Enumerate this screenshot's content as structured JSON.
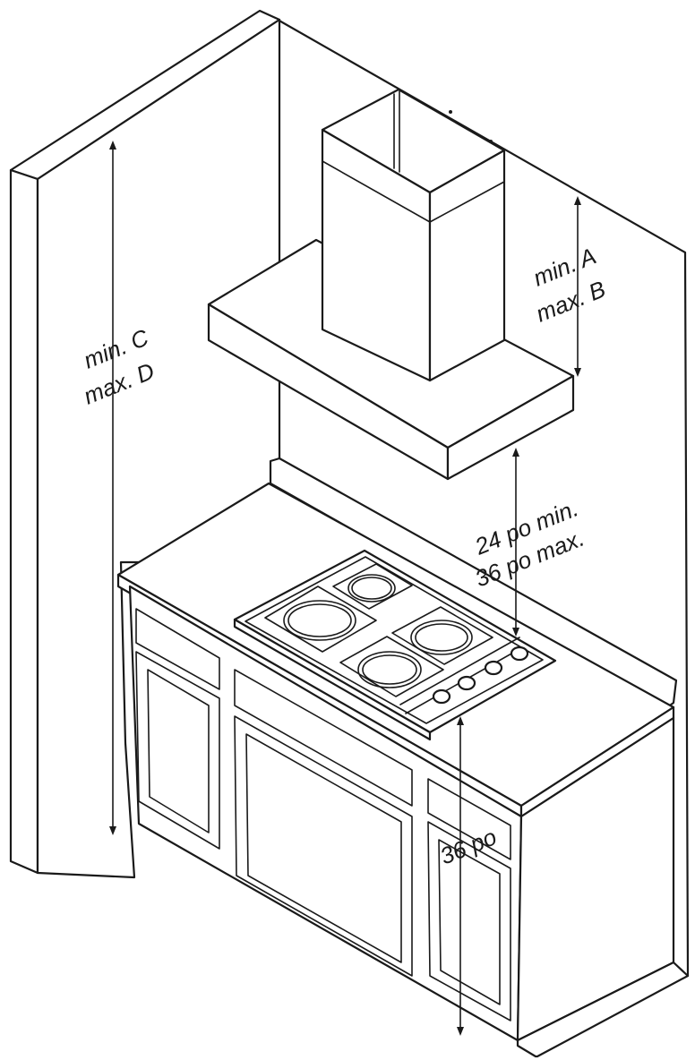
{
  "labels": {
    "hood_height_min": "min.  A",
    "hood_height_max": "max. B",
    "ceiling_min": "min.  C",
    "ceiling_max": "max. D",
    "clearance_min": "24 po min.",
    "clearance_max": "36 po max.",
    "counter_height": "36 po"
  }
}
